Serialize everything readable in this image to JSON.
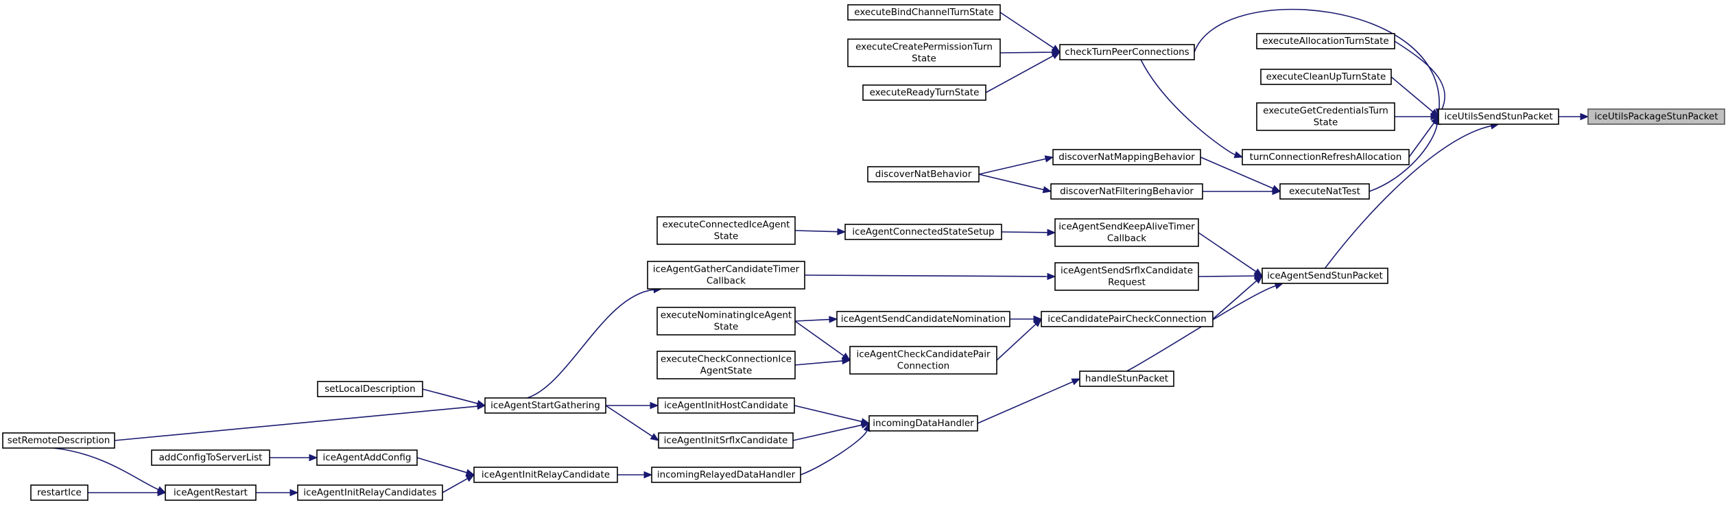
{
  "graph": {
    "nodes": [
      {
        "id": "iceUtilsPackageStunPacket",
        "lines": [
          "iceUtilsPackageStunPacket"
        ]
      },
      {
        "id": "iceUtilsSendStunPacket",
        "lines": [
          "iceUtilsSendStunPacket"
        ]
      },
      {
        "id": "checkTurnPeerConnections",
        "lines": [
          "checkTurnPeerConnections"
        ]
      },
      {
        "id": "executeAllocationTurnState",
        "lines": [
          "executeAllocationTurnState"
        ]
      },
      {
        "id": "executeCleanUpTurnState",
        "lines": [
          "executeCleanUpTurnState"
        ]
      },
      {
        "id": "executeGetCredentialsTurnState",
        "lines": [
          "executeGetCredentialsTurn",
          "State"
        ]
      },
      {
        "id": "turnConnectionRefreshAllocation",
        "lines": [
          "turnConnectionRefreshAllocation"
        ]
      },
      {
        "id": "executeNatTest",
        "lines": [
          "executeNatTest"
        ]
      },
      {
        "id": "iceAgentSendStunPacket",
        "lines": [
          "iceAgentSendStunPacket"
        ]
      },
      {
        "id": "executeBindChannelTurnState",
        "lines": [
          "executeBindChannelTurnState"
        ]
      },
      {
        "id": "executeCreatePermissionTurnState",
        "lines": [
          "executeCreatePermissionTurn",
          "State"
        ]
      },
      {
        "id": "executeReadyTurnState",
        "lines": [
          "executeReadyTurnState"
        ]
      },
      {
        "id": "discoverNatMappingBehavior",
        "lines": [
          "discoverNatMappingBehavior"
        ]
      },
      {
        "id": "discoverNatFilteringBehavior",
        "lines": [
          "discoverNatFilteringBehavior"
        ]
      },
      {
        "id": "discoverNatBehavior",
        "lines": [
          "discoverNatBehavior"
        ]
      },
      {
        "id": "iceAgentSendKeepAliveTimerCallback",
        "lines": [
          "iceAgentSendKeepAliveTimer",
          "Callback"
        ]
      },
      {
        "id": "iceAgentConnectedStateSetup",
        "lines": [
          "iceAgentConnectedStateSetup"
        ]
      },
      {
        "id": "executeConnectedIceAgentState",
        "lines": [
          "executeConnectedIceAgent",
          "State"
        ]
      },
      {
        "id": "iceAgentSendSrflxCandidateRequest",
        "lines": [
          "iceAgentSendSrflxCandidate",
          "Request"
        ]
      },
      {
        "id": "iceAgentGatherCandidateTimerCallback",
        "lines": [
          "iceAgentGatherCandidateTimer",
          "Callback"
        ]
      },
      {
        "id": "iceAgentStartGathering",
        "lines": [
          "iceAgentStartGathering"
        ]
      },
      {
        "id": "iceCandidatePairCheckConnection",
        "lines": [
          "iceCandidatePairCheckConnection"
        ]
      },
      {
        "id": "iceAgentSendCandidateNomination",
        "lines": [
          "iceAgentSendCandidateNomination"
        ]
      },
      {
        "id": "executeNominatingIceAgentState",
        "lines": [
          "executeNominatingIceAgent",
          "State"
        ]
      },
      {
        "id": "iceAgentCheckCandidatePairConnection",
        "lines": [
          "iceAgentCheckCandidatePair",
          "Connection"
        ]
      },
      {
        "id": "executeCheckConnectionIceAgentState",
        "lines": [
          "executeCheckConnectionIce",
          "AgentState"
        ]
      },
      {
        "id": "handleStunPacket",
        "lines": [
          "handleStunPacket"
        ]
      },
      {
        "id": "incomingDataHandler",
        "lines": [
          "incomingDataHandler"
        ]
      },
      {
        "id": "iceAgentInitHostCandidate",
        "lines": [
          "iceAgentInitHostCandidate"
        ]
      },
      {
        "id": "iceAgentInitSrflxCandidate",
        "lines": [
          "iceAgentInitSrflxCandidate"
        ]
      },
      {
        "id": "incomingRelayedDataHandler",
        "lines": [
          "incomingRelayedDataHandler"
        ]
      },
      {
        "id": "iceAgentInitRelayCandidate",
        "lines": [
          "iceAgentInitRelayCandidate"
        ]
      },
      {
        "id": "iceAgentAddConfig",
        "lines": [
          "iceAgentAddConfig"
        ]
      },
      {
        "id": "iceAgentInitRelayCandidates",
        "lines": [
          "iceAgentInitRelayCandidates"
        ]
      },
      {
        "id": "addConfigToServerList",
        "lines": [
          "addConfigToServerList"
        ]
      },
      {
        "id": "iceAgentRestart",
        "lines": [
          "iceAgentRestart"
        ]
      },
      {
        "id": "restartIce",
        "lines": [
          "restartIce"
        ]
      },
      {
        "id": "setLocalDescription",
        "lines": [
          "setLocalDescription"
        ]
      },
      {
        "id": "setRemoteDescription",
        "lines": [
          "setRemoteDescription"
        ]
      }
    ],
    "edges": [
      {
        "from": "iceUtilsSendStunPacket",
        "to": "iceUtilsPackageStunPacket"
      },
      {
        "from": "checkTurnPeerConnections",
        "to": "iceUtilsSendStunPacket"
      },
      {
        "from": "executeAllocationTurnState",
        "to": "iceUtilsSendStunPacket"
      },
      {
        "from": "executeCleanUpTurnState",
        "to": "iceUtilsSendStunPacket"
      },
      {
        "from": "executeGetCredentialsTurnState",
        "to": "iceUtilsSendStunPacket"
      },
      {
        "from": "turnConnectionRefreshAllocation",
        "to": "iceUtilsSendStunPacket"
      },
      {
        "from": "executeNatTest",
        "to": "iceUtilsSendStunPacket"
      },
      {
        "from": "iceAgentSendStunPacket",
        "to": "iceUtilsSendStunPacket"
      },
      {
        "from": "executeBindChannelTurnState",
        "to": "checkTurnPeerConnections"
      },
      {
        "from": "executeCreatePermissionTurnState",
        "to": "checkTurnPeerConnections"
      },
      {
        "from": "executeReadyTurnState",
        "to": "checkTurnPeerConnections"
      },
      {
        "from": "checkTurnPeerConnections",
        "to": "turnConnectionRefreshAllocation"
      },
      {
        "from": "discoverNatMappingBehavior",
        "to": "executeNatTest"
      },
      {
        "from": "discoverNatFilteringBehavior",
        "to": "executeNatTest"
      },
      {
        "from": "discoverNatBehavior",
        "to": "discoverNatMappingBehavior"
      },
      {
        "from": "discoverNatBehavior",
        "to": "discoverNatFilteringBehavior"
      },
      {
        "from": "iceAgentSendKeepAliveTimerCallback",
        "to": "iceAgentSendStunPacket"
      },
      {
        "from": "iceAgentSendSrflxCandidateRequest",
        "to": "iceAgentSendStunPacket"
      },
      {
        "from": "iceCandidatePairCheckConnection",
        "to": "iceAgentSendStunPacket"
      },
      {
        "from": "handleStunPacket",
        "to": "iceAgentSendStunPacket"
      },
      {
        "from": "executeConnectedIceAgentState",
        "to": "iceAgentConnectedStateSetup"
      },
      {
        "from": "iceAgentConnectedStateSetup",
        "to": "iceAgentSendKeepAliveTimerCallback"
      },
      {
        "from": "iceAgentGatherCandidateTimerCallback",
        "to": "iceAgentSendSrflxCandidateRequest"
      },
      {
        "from": "iceAgentStartGathering",
        "to": "iceAgentGatherCandidateTimerCallback"
      },
      {
        "from": "iceAgentSendCandidateNomination",
        "to": "iceCandidatePairCheckConnection"
      },
      {
        "from": "iceAgentCheckCandidatePairConnection",
        "to": "iceCandidatePairCheckConnection"
      },
      {
        "from": "executeNominatingIceAgentState",
        "to": "iceAgentSendCandidateNomination"
      },
      {
        "from": "executeNominatingIceAgentState",
        "to": "iceAgentCheckCandidatePairConnection"
      },
      {
        "from": "executeCheckConnectionIceAgentState",
        "to": "iceAgentCheckCandidatePairConnection"
      },
      {
        "from": "incomingDataHandler",
        "to": "handleStunPacket"
      },
      {
        "from": "iceAgentInitHostCandidate",
        "to": "incomingDataHandler"
      },
      {
        "from": "iceAgentInitSrflxCandidate",
        "to": "incomingDataHandler"
      },
      {
        "from": "incomingRelayedDataHandler",
        "to": "incomingDataHandler"
      },
      {
        "from": "iceAgentInitRelayCandidate",
        "to": "incomingRelayedDataHandler"
      },
      {
        "from": "iceAgentStartGathering",
        "to": "iceAgentInitHostCandidate"
      },
      {
        "from": "iceAgentStartGathering",
        "to": "iceAgentInitSrflxCandidate"
      },
      {
        "from": "iceAgentAddConfig",
        "to": "iceAgentInitRelayCandidate"
      },
      {
        "from": "iceAgentInitRelayCandidates",
        "to": "iceAgentInitRelayCandidate"
      },
      {
        "from": "addConfigToServerList",
        "to": "iceAgentAddConfig"
      },
      {
        "from": "iceAgentRestart",
        "to": "iceAgentInitRelayCandidates"
      },
      {
        "from": "setLocalDescription",
        "to": "iceAgentStartGathering"
      },
      {
        "from": "setRemoteDescription",
        "to": "iceAgentStartGathering"
      },
      {
        "from": "setRemoteDescription",
        "to": "iceAgentRestart"
      },
      {
        "from": "restartIce",
        "to": "iceAgentRestart"
      }
    ]
  }
}
